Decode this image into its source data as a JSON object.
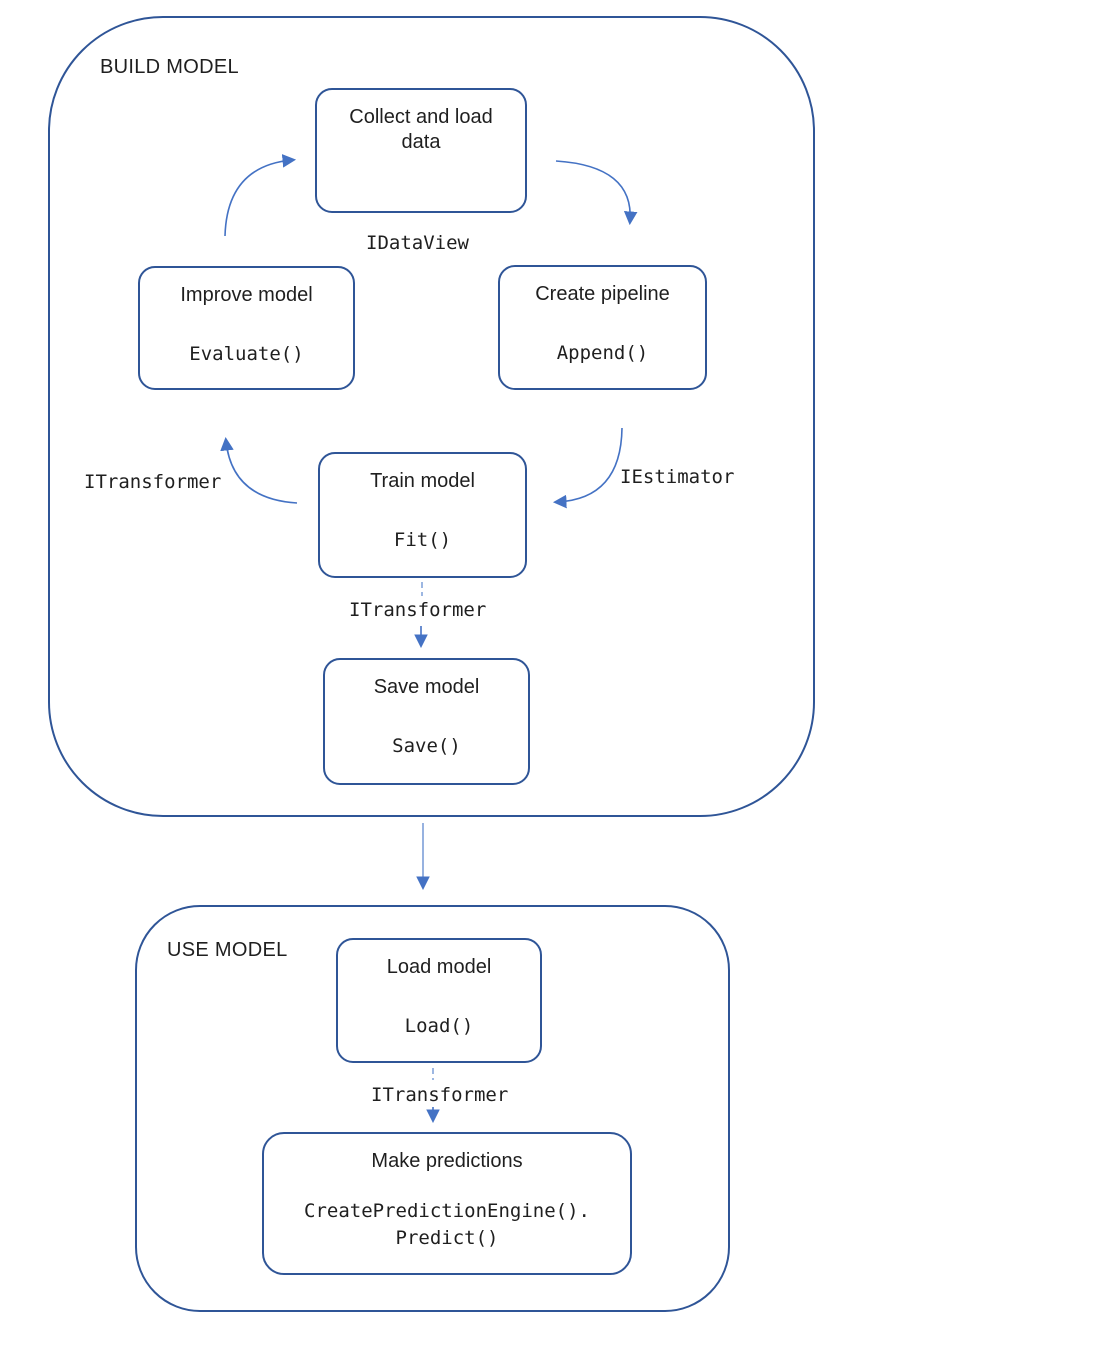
{
  "sections": {
    "build": {
      "label": "BUILD MODEL"
    },
    "use": {
      "label": "USE MODEL"
    }
  },
  "boxes": {
    "collect": {
      "title": "Collect and load data"
    },
    "improve": {
      "title": "Improve model",
      "code": "Evaluate()"
    },
    "create": {
      "title": "Create pipeline",
      "code": "Append()"
    },
    "train": {
      "title": "Train model",
      "code": "Fit()"
    },
    "save": {
      "title": "Save model",
      "code": "Save()"
    },
    "load": {
      "title": "Load model",
      "code": "Load()"
    },
    "predict": {
      "title": "Make predictions",
      "code": "CreatePredictionEngine().\nPredict()"
    }
  },
  "edge_labels": {
    "idataview": "IDataView",
    "iestimator": "IEstimator",
    "itransformer_build_left": "ITransformer",
    "itransformer_build_mid": "ITransformer",
    "itransformer_use": "ITransformer"
  },
  "colors": {
    "container_border": "#2f5597",
    "box_border": "#2f5597",
    "arrow": "#4472c4",
    "arrow_light": "#7d9fd8",
    "text": "#1f1f1f"
  }
}
